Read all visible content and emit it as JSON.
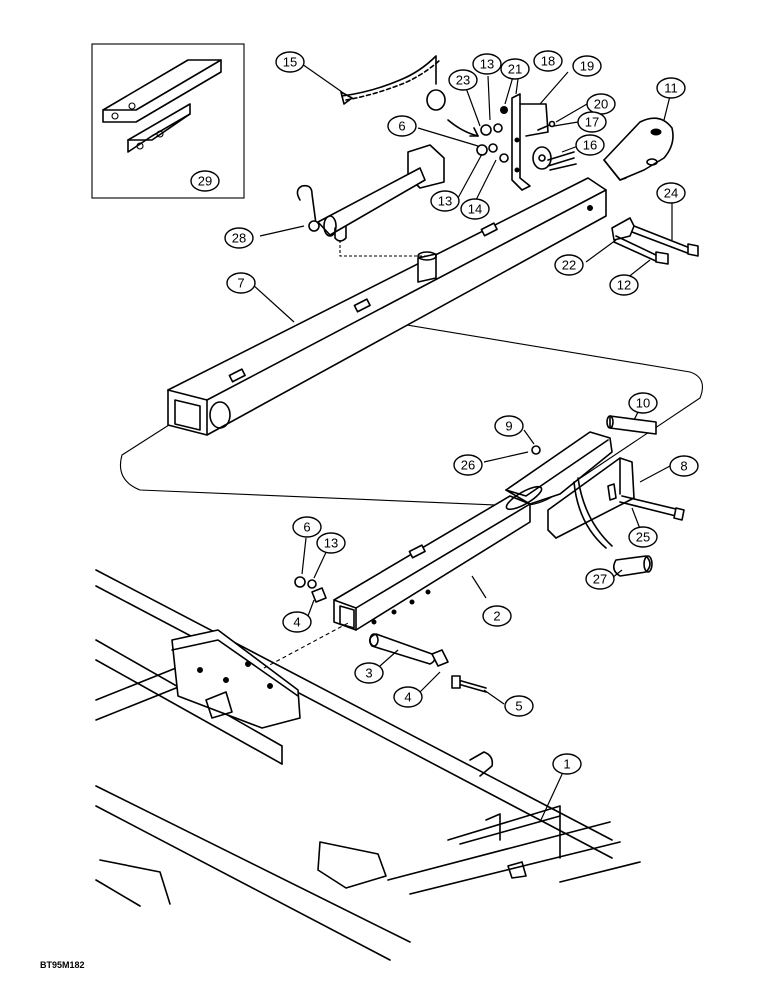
{
  "diagram": {
    "drawing_code": "BT95M182",
    "callouts": [
      {
        "id": "c1",
        "text": "1"
      },
      {
        "id": "c2",
        "text": "2"
      },
      {
        "id": "c3",
        "text": "3"
      },
      {
        "id": "c4a",
        "text": "4"
      },
      {
        "id": "c4b",
        "text": "4"
      },
      {
        "id": "c5",
        "text": "5"
      },
      {
        "id": "c6a",
        "text": "6"
      },
      {
        "id": "c6b",
        "text": "6"
      },
      {
        "id": "c7",
        "text": "7"
      },
      {
        "id": "c8",
        "text": "8"
      },
      {
        "id": "c9",
        "text": "9"
      },
      {
        "id": "c10",
        "text": "10"
      },
      {
        "id": "c11",
        "text": "11"
      },
      {
        "id": "c12",
        "text": "12"
      },
      {
        "id": "c13a",
        "text": "13"
      },
      {
        "id": "c13b",
        "text": "13"
      },
      {
        "id": "c13c",
        "text": "13"
      },
      {
        "id": "c14",
        "text": "14"
      },
      {
        "id": "c15",
        "text": "15"
      },
      {
        "id": "c16",
        "text": "16"
      },
      {
        "id": "c17",
        "text": "17"
      },
      {
        "id": "c18",
        "text": "18"
      },
      {
        "id": "c19",
        "text": "19"
      },
      {
        "id": "c20",
        "text": "20"
      },
      {
        "id": "c21",
        "text": "21"
      },
      {
        "id": "c22",
        "text": "22"
      },
      {
        "id": "c23",
        "text": "23"
      },
      {
        "id": "c24",
        "text": "24"
      },
      {
        "id": "c25",
        "text": "25"
      },
      {
        "id": "c26",
        "text": "26"
      },
      {
        "id": "c27",
        "text": "27"
      },
      {
        "id": "c28",
        "text": "28"
      },
      {
        "id": "c29",
        "text": "29"
      }
    ]
  }
}
